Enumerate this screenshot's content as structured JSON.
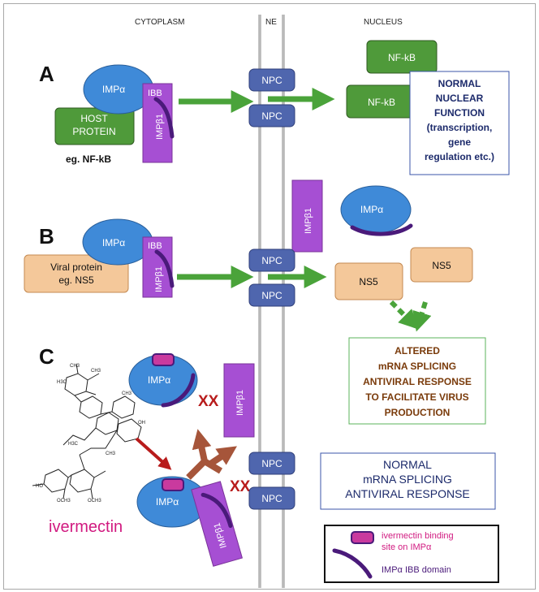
{
  "headers": {
    "cytoplasm": "CYTOPLASM",
    "ne": "NE",
    "nucleus": "NUCLEUS"
  },
  "panels": {
    "a": "A",
    "b": "B",
    "c": "C"
  },
  "npc": "NPC",
  "impa": "IMPα",
  "impb1": "IMPβ1",
  "ibb": "IBB",
  "nfkb": "NF-kB",
  "host_protein": [
    "HOST",
    "PROTEIN"
  ],
  "eg_nfkb": "eg. NF-kB",
  "normal_nuclear_function": [
    "NORMAL",
    "NUCLEAR",
    "FUNCTION",
    "(transcription,",
    "gene",
    "regulation etc.)"
  ],
  "viral_protein": [
    "Viral protein",
    "eg. NS5"
  ],
  "ns5": "NS5",
  "altered": [
    "ALTERED",
    "mRNA SPLICING",
    "ANTIVIRAL RESPONSE",
    "TO FACILITATE VIRUS",
    "PRODUCTION"
  ],
  "normal_mrna": [
    "NORMAL",
    "mRNA SPLICING",
    "ANTIVIRAL RESPONSE"
  ],
  "xx": "XX",
  "ivermectin": "ivermectin",
  "legend": {
    "binding_site": [
      "ivermectin binding",
      "site on IMPα"
    ],
    "ibb_domain": "IMPα IBB domain"
  },
  "colors": {
    "impa": "#3f8ad8",
    "impb1": "#a64fd3",
    "host": "#4f9a3a",
    "viral": "#f4c89a",
    "npc": "#4f66ae",
    "arrow": "#4aa33a",
    "red": "#b81c1c",
    "brown": "#a6553a",
    "magenta": "#d11a80"
  }
}
